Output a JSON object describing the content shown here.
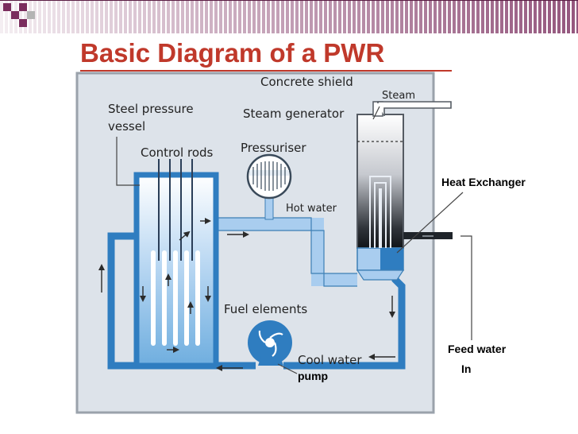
{
  "slide": {
    "title": "Basic Diagram of a PWR"
  },
  "diagram": {
    "labels": {
      "concrete_shield": "Concrete shield",
      "steam": "Steam",
      "steel_pressure_vessel_line1": "Steel pressure",
      "steel_pressure_vessel_line2": "vessel",
      "steam_generator": "Steam generator",
      "control_rods": "Control rods",
      "pressuriser": "Pressuriser",
      "hot_water": "Hot water",
      "fuel_elements": "Fuel elements",
      "cool_water": "Cool water",
      "pump": "pump",
      "heat_exchanger": "Heat Exchanger",
      "feed_water_line1": "Feed water",
      "feed_water_line2": "In"
    },
    "colors": {
      "title": "#c0392b",
      "shield_fill": "#dde3ea",
      "coolant_dark": "#2f7dc0",
      "coolant_light": "#a9cdef",
      "background": "#ffffff"
    }
  }
}
